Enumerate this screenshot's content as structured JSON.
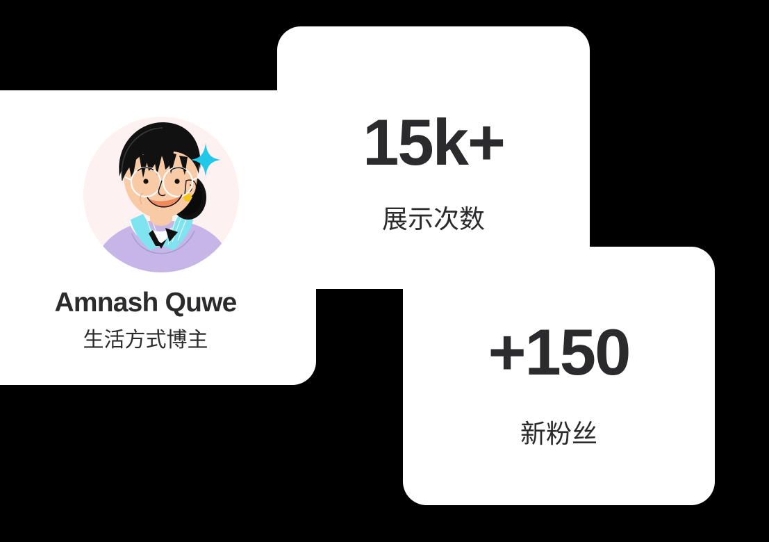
{
  "background_color": "#000000",
  "cards": {
    "profile": {
      "name": "Amnash Quwe",
      "role": "生活方式博主",
      "avatar": {
        "icon": "avatar-illustration-woman-glasses",
        "circle_background": "#FDF1F1",
        "skin_color": "#F8CBA6",
        "hair_color": "#111111",
        "shirt_color": "#7FE3F0",
        "sweater_color": "#C6B6E8",
        "earring_color": "#F5C518",
        "lips_color": "#F08A5D",
        "sparkle_icon": "sparkle-icon",
        "sparkle_color": "#22C8E8"
      }
    },
    "impressions": {
      "value": "15k+",
      "label": "展示次数",
      "text_color": "#2B2B2E",
      "card_color": "#FFFFFF"
    },
    "followers": {
      "value": "+150",
      "label": "新粉丝",
      "text_color": "#2B2B2E",
      "card_color": "#FFFFFF"
    }
  }
}
